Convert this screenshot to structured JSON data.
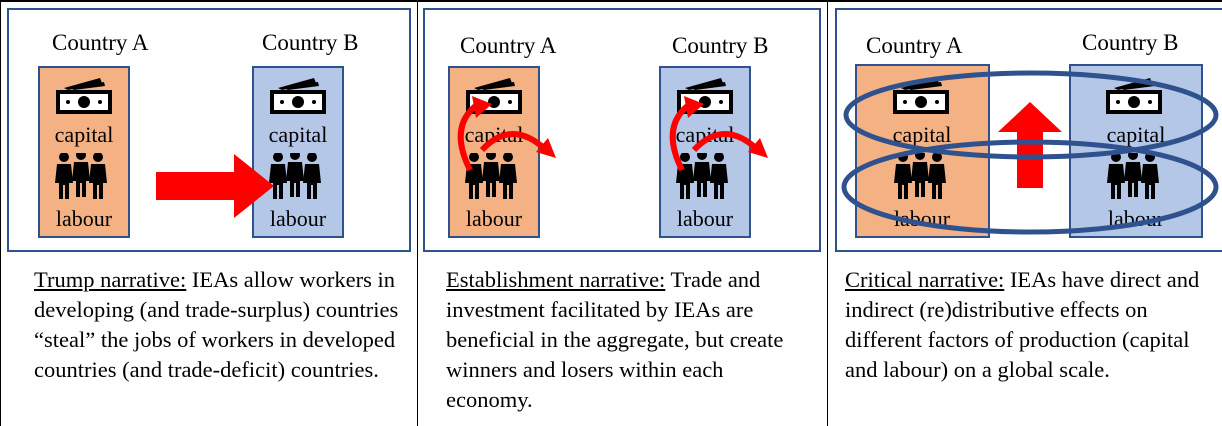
{
  "panels": [
    {
      "country_a": "Country A",
      "country_b": "Country B",
      "capital": "capital",
      "labour": "labour",
      "caption_title": "Trump narrative:",
      "caption_text": " IEAs allow workers in developing (and trade-surplus) countries “steal” the jobs of workers in developed countries (and trade-deficit) countries."
    },
    {
      "country_a": "Country A",
      "country_b": "Country B",
      "capital": "capital",
      "labour": "labour",
      "caption_title": "Establishment narrative:",
      "caption_text": " Trade and investment facilitated by IEAs are beneficial in the aggregate, but create winners and losers within each economy."
    },
    {
      "country_a": "Country A",
      "country_b": "Country B",
      "capital": "capital",
      "labour": "labour",
      "caption_title": "Critical narrative:",
      "caption_text": " IEAs have direct and indirect (re)distributive effects on different factors of production (capital and labour) on a global scale."
    }
  ],
  "colors": {
    "country_a_fill": "#f4b183",
    "country_b_fill": "#b4c7e7",
    "border": "#2f528f",
    "arrow": "#ff0000"
  },
  "icons": [
    "money-icon",
    "people-icon"
  ]
}
